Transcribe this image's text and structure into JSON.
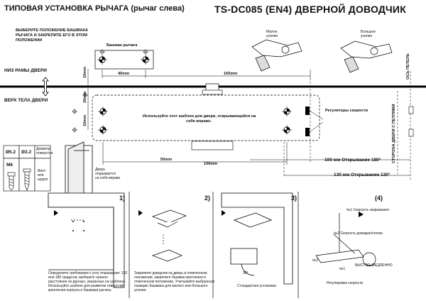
{
  "header": {
    "title_left": "ТИПОВАЯ УСТАНОВКА РЫЧАГА (рычаг слева)",
    "title_right": "TS-DC085 (EN4) ДВЕРНОЙ ДОВОДЧИК"
  },
  "template": {
    "instruction_lines": [
      "ВЫБЕРИТЕ ПОЛОЖЕНИЕ БАШМАКА",
      "РЫЧАГА И ЗАКРЕПИТЕ ЕГО В ЭТОМ",
      "ПОЛОЖЕНИИ"
    ],
    "shoe_label": "Башмак рычага",
    "frame_label": "НИЗ РАМЫ ДВЕРИ",
    "door_top_label": "ВЕРХ ТЕЛА ДВЕРИ",
    "template_text_lines": [
      "Используйте этот шаблон для двери, открывающейся на",
      "себя вправо."
    ],
    "speed_regulators_label": "Регуляторы скорости",
    "small_force_lines": [
      "Малое",
      "усилие"
    ],
    "large_force_lines": [
      "Большое",
      "усилие"
    ],
    "axis_label": "ОСЬ ПЕТЕЛЬ",
    "hinge_side_label": "СТОРОНА ДВЕРИ С ПЕТЛЯМИ",
    "dims": {
      "d45": "45mm",
      "d165": "165mm",
      "d15a": "15mm",
      "d15b": "15mm",
      "d25": "25mm",
      "d50": "50mm",
      "d106": "106mm"
    },
    "row_100": "100 мм   Открывание 180°",
    "row_130": "130 мм   Открывание 120°"
  },
  "legend": {
    "hole_a": "Ø5.2",
    "hole_b": "Ø3.2",
    "drill_label_lines": [
      "Диаметр",
      "отверстия"
    ],
    "screw_a": "M6",
    "screw_label_lines": [
      "Винт",
      "или",
      "шуруп"
    ],
    "door_caption_lines": [
      "Дверь",
      "открывается",
      "на себя вправо"
    ]
  },
  "steps": {
    "s1": "1)",
    "s2": "2)",
    "s3": "3)",
    "s4": "(4)",
    "step1_text_lines": [
      "Определите требование к углу открывания: 120",
      "или 180 градусов, выберите нужное",
      "расстояние из данных, указанных на шаблоне.",
      "Используйте шаблон для разметки отверстий",
      "крепления корпуса и башмака рычага."
    ],
    "step2_text_lines": [
      "Закрепите доводчик на дверь в отмеченном",
      "положении, закрепите башмак крепления в",
      "отмеченном положении. Учитывайте выбранную",
      "позицию башмака для малого или большого",
      "усилия."
    ],
    "step3_caption": "Стандартная установка",
    "step3_angle": "90°",
    "step4_speed1": "№1 Скорость закрывания",
    "step4_speed2": "№2 Скорость доводки/хлопка",
    "step4_no2": "№2",
    "step4_no1": "№1",
    "step4_fast": "БЫСТРО",
    "step4_slow": "МЕДЛЕННО",
    "step4_caption": "Регулировка скорости"
  }
}
